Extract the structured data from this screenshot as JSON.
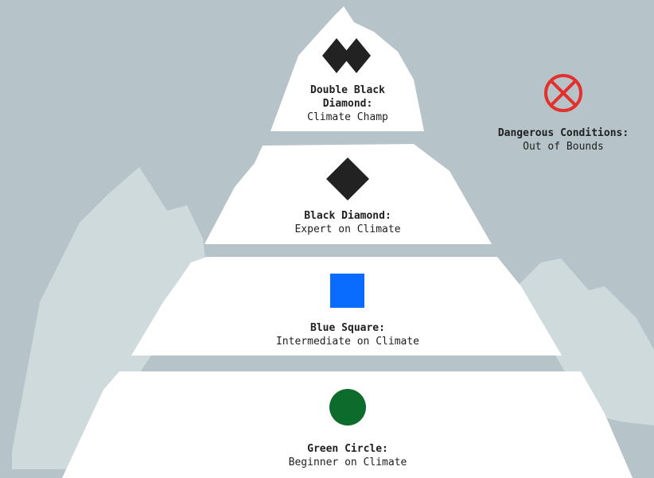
{
  "colors": {
    "background": "#b6c4c9",
    "mountain": "#ffffff",
    "side_peaks": "#cfdadc",
    "black": "#222222",
    "blue": "#0a6cff",
    "green": "#0d6b2c",
    "danger": "#e3302d"
  },
  "levels": [
    {
      "icon": "double-black-diamond-icon",
      "title": "Double Black Diamond:",
      "subtitle": "Climate Champ"
    },
    {
      "icon": "black-diamond-icon",
      "title": "Black Diamond:",
      "subtitle": "Expert on Climate"
    },
    {
      "icon": "blue-square-icon",
      "title": "Blue Square:",
      "subtitle": "Intermediate on Climate"
    },
    {
      "icon": "green-circle-icon",
      "title": "Green Circle:",
      "subtitle": "Beginner on Climate"
    }
  ],
  "out_of_bounds": {
    "icon": "crossed-circle-icon",
    "title": "Dangerous Conditions:",
    "subtitle": "Out of Bounds"
  }
}
